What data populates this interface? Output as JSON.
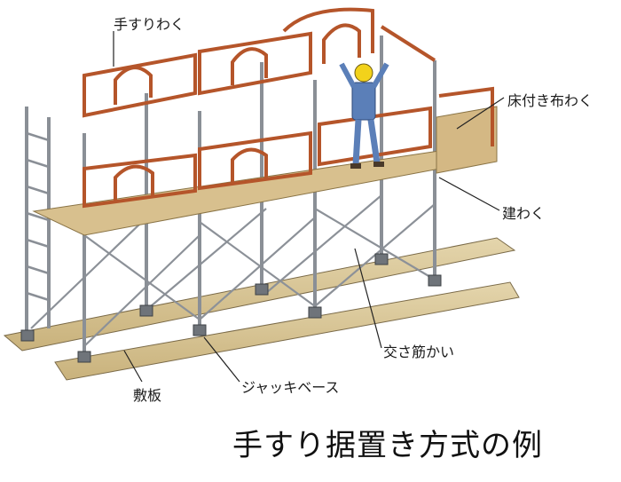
{
  "labels": {
    "handrail_frame": "手すりわく",
    "floor_frame": "床付き布わく",
    "main_frame": "建わく",
    "cross_brace": "交さ筋かい",
    "jack_base": "ジャッキベース",
    "base_plank": "敷板"
  },
  "caption": "手すり据置き方式の例",
  "colors": {
    "handrail": "#b5552a",
    "frame": "#8a8f96",
    "plank": "#d9c79c",
    "worker_suit": "#5b7fb8",
    "helmet": "#f2d21b"
  }
}
